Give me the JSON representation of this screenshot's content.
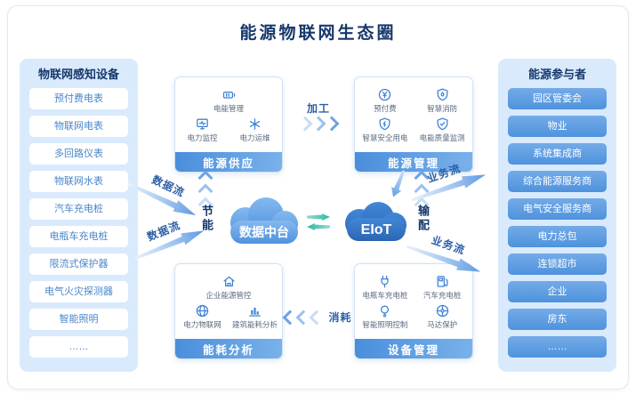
{
  "title": "能源物联网生态圈",
  "left_panel": {
    "title": "物联网感知设备",
    "items": [
      "预付费电表",
      "物联网电表",
      "多回路仪表",
      "物联网水表",
      "汽车充电桩",
      "电瓶车充电桩",
      "限流式保护器",
      "电气火灾探测器",
      "智能照明",
      "……"
    ]
  },
  "right_panel": {
    "title": "能源参与者",
    "items": [
      "园区管委会",
      "物业",
      "系统集成商",
      "综合能源服务商",
      "电气安全服务商",
      "电力总包",
      "连锁超市",
      "企业",
      "房东",
      "……"
    ]
  },
  "boxes": {
    "supply": {
      "title": "能源供应",
      "items": [
        {
          "label": "电能管理",
          "icon": "battery-icon"
        },
        {
          "label": "电力监控",
          "icon": "monitor-icon"
        },
        {
          "label": "电力运维",
          "icon": "asterisk-icon"
        }
      ]
    },
    "management": {
      "title": "能源管理",
      "items": [
        {
          "label": "预付费",
          "icon": "prepaid-icon"
        },
        {
          "label": "智慧消防",
          "icon": "fire-shield-icon"
        },
        {
          "label": "智慧安全用电",
          "icon": "safety-shield-icon"
        },
        {
          "label": "电能质量监测",
          "icon": "quality-shield-icon"
        }
      ]
    },
    "analysis": {
      "title": "能耗分析",
      "items": [
        {
          "label": "企业能源管控",
          "icon": "enterprise-icon"
        },
        {
          "label": "电力物联网",
          "icon": "globe-icon"
        },
        {
          "label": "建筑能耗分析",
          "icon": "bar-chart-icon"
        }
      ]
    },
    "device": {
      "title": "设备管理",
      "items": [
        {
          "label": "电瓶车充电桩",
          "icon": "plug-icon"
        },
        {
          "label": "汽车充电桩",
          "icon": "car-charger-icon"
        },
        {
          "label": "智能照明控制",
          "icon": "bulb-icon"
        },
        {
          "label": "马达保护",
          "icon": "motor-icon"
        }
      ]
    }
  },
  "center": {
    "cloud_label": "数据中台",
    "eiot_label": "EIoT"
  },
  "flows": {
    "process": "加工",
    "consume": "消耗",
    "saving": "节能",
    "transmission": "输配",
    "data_flow_top": "数据流",
    "data_flow_bottom": "数据流",
    "business_flow_top": "业务流",
    "business_flow_bottom": "业务流"
  },
  "colors": {
    "accent_blue": "#4a8edb",
    "panel_bg": "#d9eafc",
    "title_navy": "#17386b",
    "pill_text_blue": "#4a86c8",
    "teal_exchange": "#35b6a2"
  }
}
